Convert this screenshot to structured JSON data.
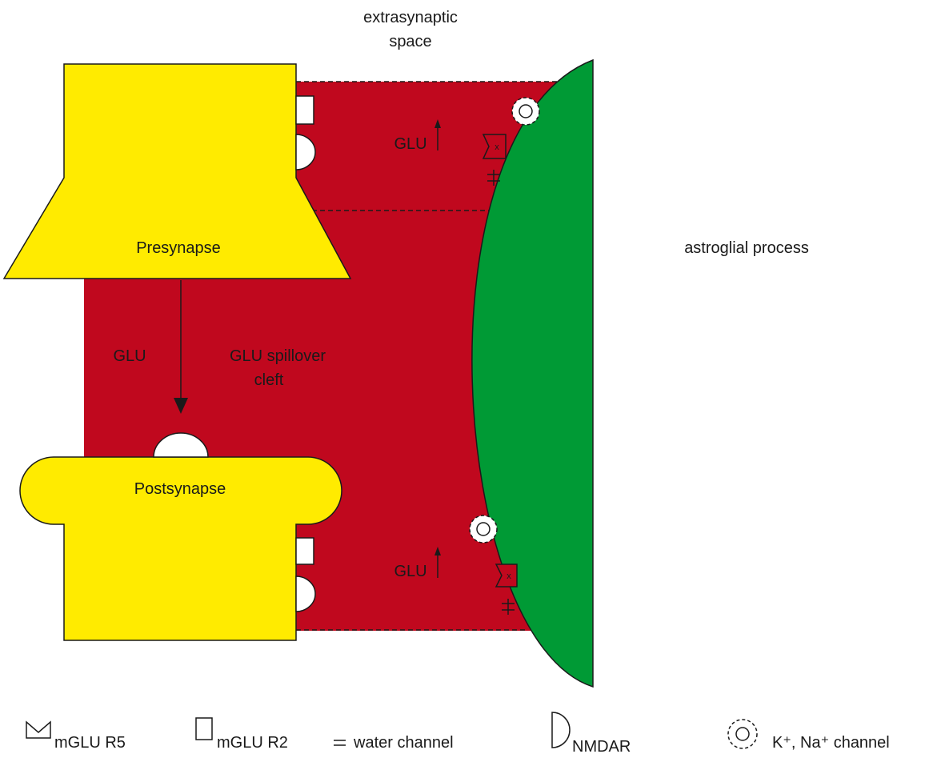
{
  "labels": {
    "extrasynaptic_line1": "extrasynaptic",
    "extrasynaptic_line2": "space",
    "astroglial": "astroglial process",
    "presynapse": "Presynapse",
    "postsynapse": "Postsynapse",
    "glu": "GLU",
    "spillover_line1": "GLU spillover",
    "spillover_line2": "cleft",
    "glu_top": "GLU",
    "glu_bottom": "GLU",
    "x_top": "x",
    "x_bottom": "x"
  },
  "legend": [
    {
      "icon": "mglu-r5-icon",
      "label": "mGLU R5"
    },
    {
      "icon": "mglu-r2-icon",
      "label": "mGLU R2"
    },
    {
      "icon": "water-channel-icon",
      "label": "water channel"
    },
    {
      "icon": "nmdar-icon",
      "label": "NMDAR"
    },
    {
      "icon": "k-na-channel-icon",
      "label": "K⁺, Na⁺ channel"
    }
  ],
  "colors": {
    "cleft": "#c0081e",
    "neuron": "#ffeb00",
    "astrocyte": "#009a35",
    "outline": "#1a1a1a"
  }
}
